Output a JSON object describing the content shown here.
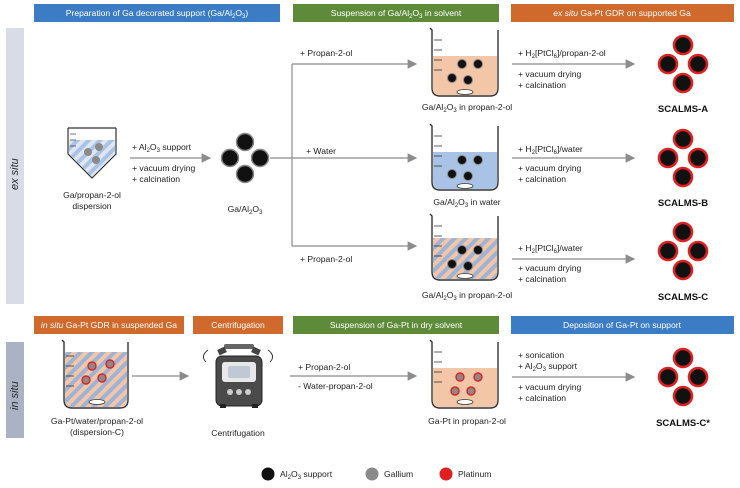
{
  "colors": {
    "blue": "#3b7cc4",
    "green": "#5e8b3a",
    "orange": "#cf6a2c",
    "side_panel": "#d7dce6",
    "water": "#a9c3e6",
    "solvent": "#f2c6a6",
    "stripe": "#9fb3d6",
    "alumina": "#111111",
    "gallium": "#8a8a8a",
    "platinum": "#e02020"
  },
  "headers": {
    "h1_pre": "Preparation of Ga decorated support (Ga/Al",
    "h1_sub": "2",
    "h1_mid": "O",
    "h1_sub2": "3",
    "h1_post": ")",
    "h2_pre": "Suspension of Ga/Al",
    "h2_sub": "2",
    "h2_mid": "O",
    "h2_sub2": "3",
    "h2_post": " in solvent",
    "h3_italic": "ex situ",
    "h3_rest": " Ga-Pt GDR on supported Ga",
    "h4_italic": "in situ",
    "h4_rest": " Ga-Pt GDR in suspended Ga",
    "h5": "Centrifugation",
    "h6": "Suspension of Ga-Pt in dry solvent",
    "h7": "Deposition of Ga-Pt on support"
  },
  "side": {
    "top": "ex situ",
    "bottom": "in situ"
  },
  "exsitu": {
    "tube_label_1": "Ga/propan-2-ol",
    "tube_label_2": "dispersion",
    "step1": "+ Al",
    "step1_sub": "2",
    "step1_mid": "O",
    "step1_sub2": "3",
    "step1_post": " support",
    "step2": "+ vacuum drying",
    "step3": "+ calcination",
    "gaal_pre": "Ga/Al",
    "gaal_sub": "2",
    "gaal_mid": "O",
    "gaal_sub2": "3",
    "branch_a": "+ Propan-2-ol",
    "branch_b": "+ Water",
    "branch_c": "+ Propan-2-ol",
    "beaker_a_pre": "Ga/Al",
    "beaker_a_post": " in propan-2-ol",
    "beaker_b_post": " in water",
    "beaker_c_post": " in propan-2-ol",
    "react_a_1": "+ H",
    "react_a_sub": "2",
    "react_a_2": "[PtCl",
    "react_a_sub2": "6",
    "react_a_3": "]/propan-2-ol",
    "react_b_3": "]/water",
    "react_c_3": "]/water",
    "vac": "+ vacuum drying",
    "calc": "+ calcination",
    "prod_a": "SCALMS-A",
    "prod_b": "SCALMS-B",
    "prod_c": "SCALMS-C"
  },
  "insitu": {
    "beaker1_1": "Ga-Pt/water/propan-2-ol",
    "beaker1_2": "(dispersion-C)",
    "centri": "Centrifugation",
    "step_a": "+ Propan-2-ol",
    "step_b": "- Water-propan-2-ol",
    "beaker2": "Ga-Pt  in propan-2-ol",
    "dep_1": "+ sonication",
    "dep_2a": "+ Al",
    "dep_2b": " support",
    "dep_3": "+ vacuum drying",
    "dep_4": "+ calcination",
    "prod": "SCALMS-C*"
  },
  "legend": {
    "alumina_pre": "Al",
    "alumina_sub": "2",
    "alumina_mid": "O",
    "alumina_sub2": "3",
    "alumina_post": " support",
    "gallium": "Gallium",
    "platinum": "Platinum"
  }
}
